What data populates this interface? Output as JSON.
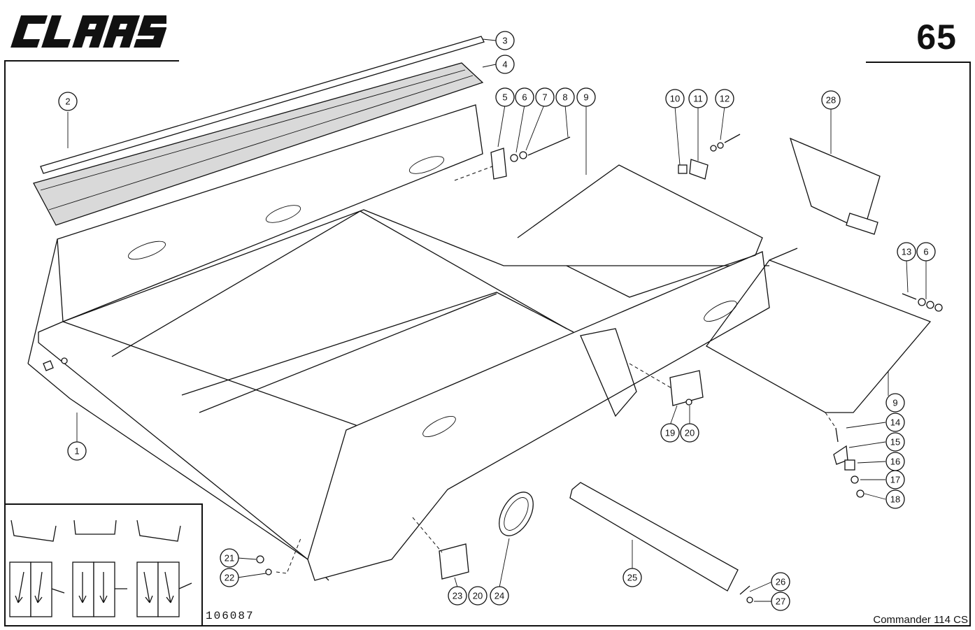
{
  "header": {
    "logo_text": "CLAAS",
    "page_number": "65"
  },
  "footer": {
    "drawing_number": "106087",
    "model": "Commander 114 CS"
  },
  "callouts": [
    "1",
    "2",
    "3",
    "4",
    "5",
    "6",
    "7",
    "8",
    "9",
    "10",
    "11",
    "12",
    "13",
    "6",
    "9",
    "14",
    "15",
    "16",
    "17",
    "18",
    "19",
    "20",
    "21",
    "22",
    "23",
    "20",
    "24",
    "25",
    "26",
    "27",
    "28"
  ]
}
